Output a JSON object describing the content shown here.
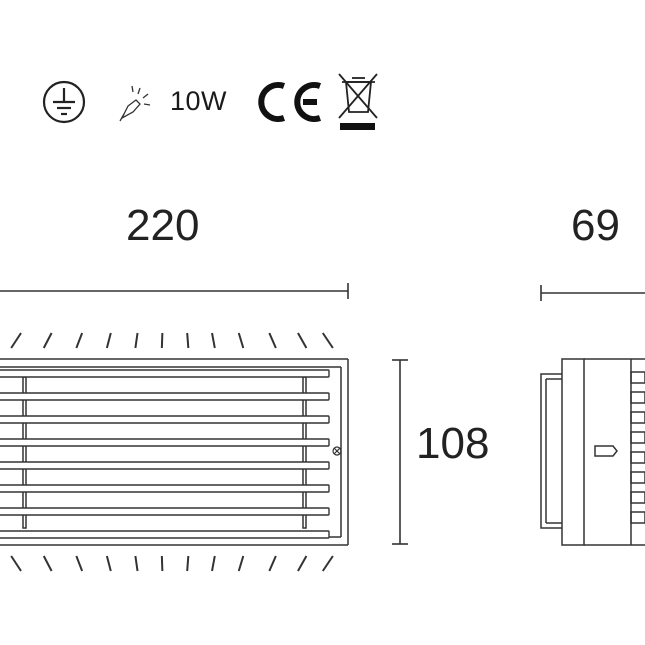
{
  "specs": {
    "power": "10W",
    "symbols": [
      "earth-ground-icon",
      "lamp-bulb-icon",
      "ce-mark-icon",
      "weee-bin-icon"
    ]
  },
  "dimensions": {
    "width": "220",
    "depth": "69",
    "height": "108"
  },
  "colors": {
    "line": "#333333",
    "text": "#1a1a1a",
    "background": "#ffffff"
  }
}
